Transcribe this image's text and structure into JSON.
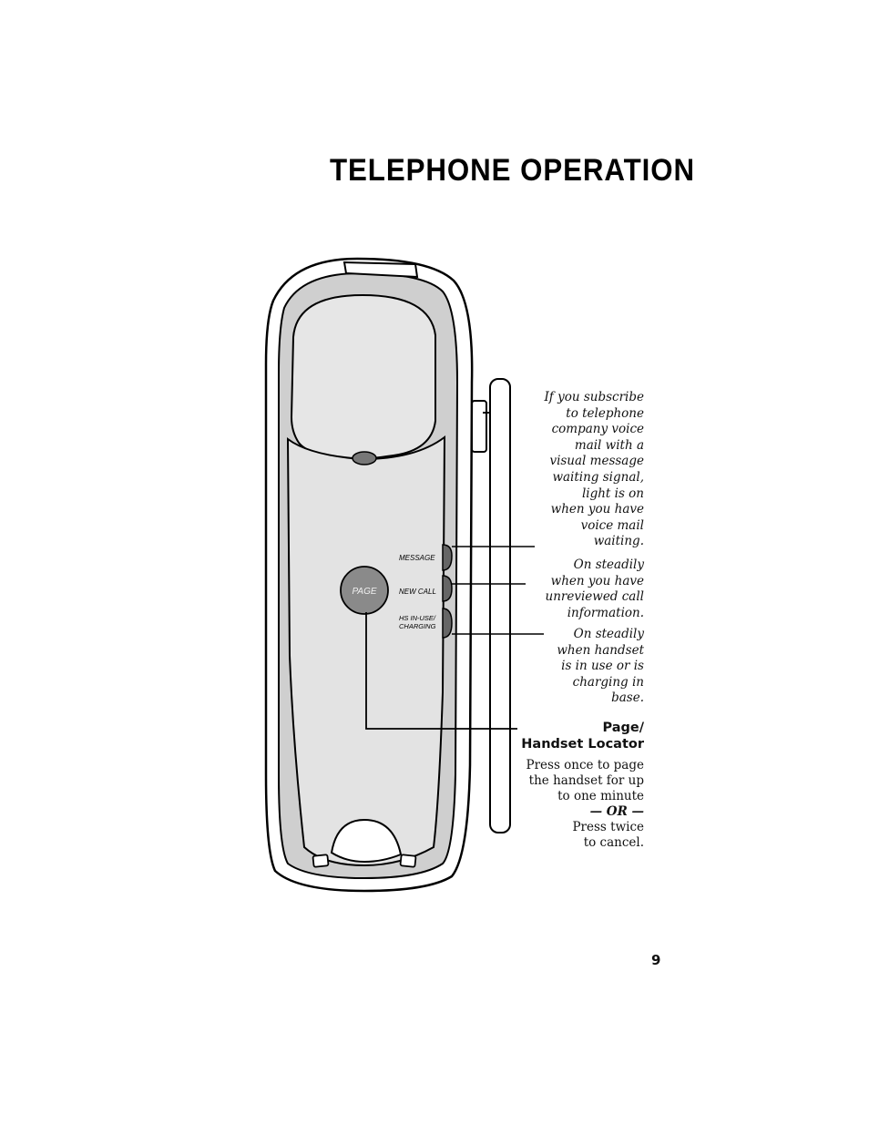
{
  "page": {
    "title": "TELEPHONE OPERATION",
    "page_number": "9"
  },
  "handset": {
    "page_button_label": "PAGE",
    "led_labels": {
      "message": "MESSAGE",
      "new_call": "NEW CALL",
      "hs_in_use_1": "HS IN-USE/",
      "hs_in_use_2": "CHARGING"
    }
  },
  "callouts": {
    "message": "If you subscribe\nto telephone\ncompany voice\nmail with a\nvisual message\nwaiting signal,\nlight is on\nwhen you have\nvoice mail\nwaiting.",
    "new_call": "On steadily\nwhen you have\nunreviewed call\ninformation.",
    "hs_in_use": "On steadily\nwhen handset\nis in use or is\ncharging in\nbase."
  },
  "page_locator": {
    "heading": "Page/\nHandset Locator",
    "desc_before": "Press once to page\nthe handset for up\nto one minute\n",
    "or": "— OR —",
    "desc_after": "\nPress twice\nto cancel."
  }
}
